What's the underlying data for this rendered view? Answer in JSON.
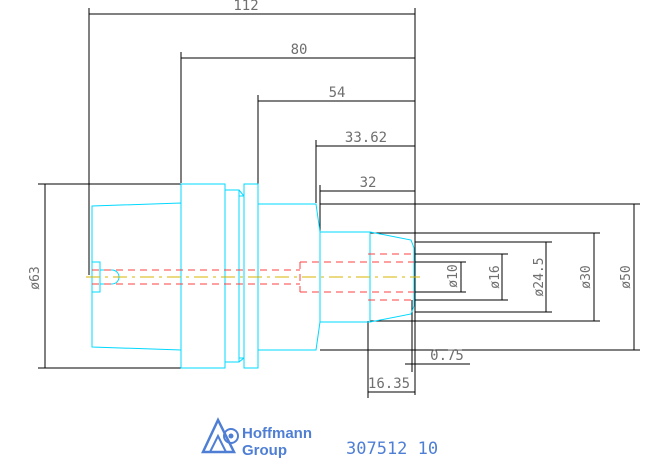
{
  "drawing": {
    "dimensions": {
      "len_112": "112",
      "len_80": "80",
      "len_54": "54",
      "len_33_62": "33.62",
      "len_32": "32",
      "dia_63": "ø63",
      "dia_10": "ø10",
      "dia_16": "ø16",
      "dia_24_5": "ø24.5",
      "dia_30": "ø30",
      "dia_50": "ø50",
      "gap_0_75": "0.75",
      "len_16_35": "16.35"
    },
    "logo": {
      "line1": "Hoffmann",
      "line2": "Group"
    },
    "part_number": "307512 10"
  },
  "colors": {
    "outline": "#00d8ff",
    "hidden": "#ff4040",
    "centerline": "#d8b400",
    "dimension": "#000000",
    "brand": "#4f7fd4"
  }
}
